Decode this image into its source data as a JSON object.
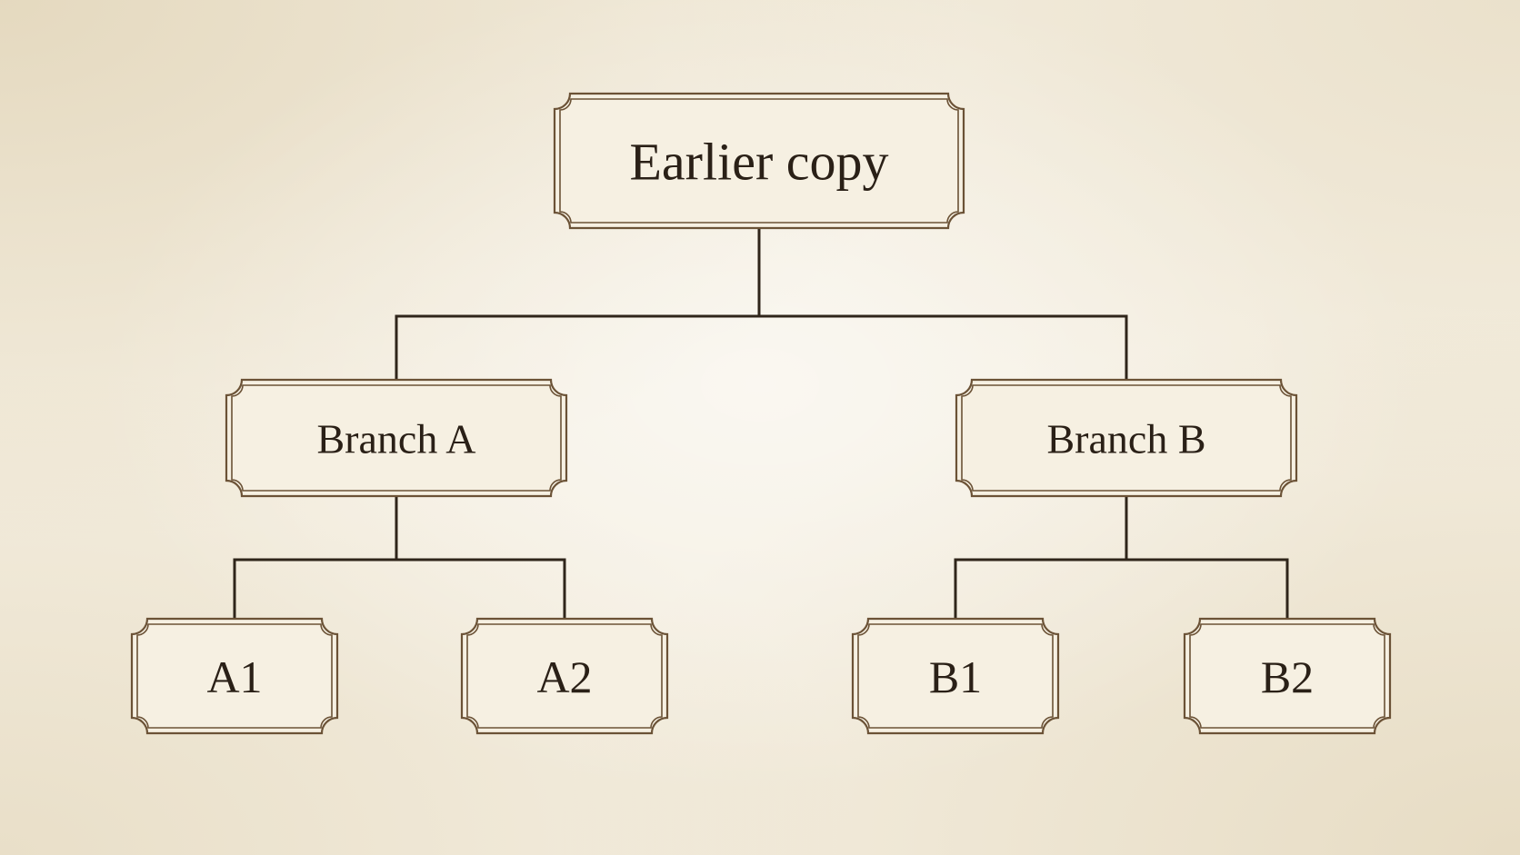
{
  "diagram": {
    "nodes": [
      {
        "id": "root",
        "label": "Earlier copy"
      },
      {
        "id": "branch-a",
        "label": "Branch A"
      },
      {
        "id": "branch-b",
        "label": "Branch B"
      },
      {
        "id": "a1",
        "label": "A1"
      },
      {
        "id": "a2",
        "label": "A2"
      },
      {
        "id": "b1",
        "label": "B1"
      },
      {
        "id": "b2",
        "label": "B2"
      }
    ],
    "edges": [
      {
        "from": "root",
        "to": "branch-a"
      },
      {
        "from": "root",
        "to": "branch-b"
      },
      {
        "from": "branch-a",
        "to": "a1"
      },
      {
        "from": "branch-a",
        "to": "a2"
      },
      {
        "from": "branch-b",
        "to": "b1"
      },
      {
        "from": "branch-b",
        "to": "b2"
      }
    ]
  },
  "colors": {
    "background": "#f4eee0",
    "frame": "#6b5236",
    "line": "#2f251a",
    "text": "#2a2017"
  }
}
